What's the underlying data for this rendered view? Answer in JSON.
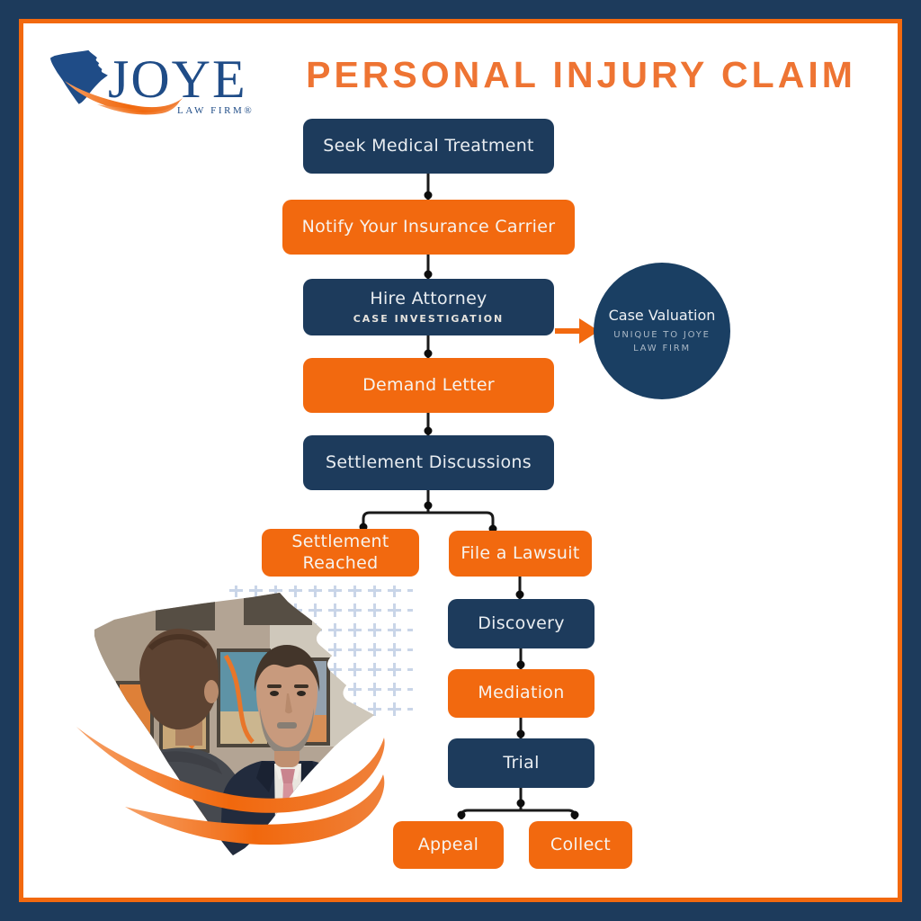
{
  "colors": {
    "navy": "#1d3b5c",
    "orange": "#f2690f",
    "title_orange": "#ee7433",
    "circle_navy": "#1a3f63",
    "connector": "#1a1a1a",
    "logo_blue": "#1f4c87",
    "plus_pattern": "#c9d5e8",
    "swoosh_orange": "#f1680d",
    "background": "#ffffff"
  },
  "logo": {
    "name": "JOYE",
    "subname": "LAW FIRM®",
    "state_icon": "south-carolina"
  },
  "header": {
    "title": "PERSONAL INJURY CLAIM"
  },
  "flowchart": {
    "steps": [
      {
        "label": "Seek Medical Treatment",
        "style": "navy"
      },
      {
        "label": "Notify Your Insurance Carrier",
        "style": "orange"
      },
      {
        "label": "Hire Attorney",
        "sublabel": "CASE INVESTIGATION",
        "style": "navy"
      },
      {
        "label": "Demand Letter",
        "style": "orange"
      },
      {
        "label": "Settlement Discussions",
        "style": "navy"
      },
      {
        "label": "Settlement Reached",
        "style": "orange"
      },
      {
        "label": "File a Lawsuit",
        "style": "orange"
      },
      {
        "label": "Discovery",
        "style": "navy"
      },
      {
        "label": "Mediation",
        "style": "orange"
      },
      {
        "label": "Trial",
        "style": "navy"
      },
      {
        "label": "Appeal",
        "style": "orange"
      },
      {
        "label": "Collect",
        "style": "orange"
      }
    ],
    "callout": {
      "label": "Case Valuation",
      "sublabel": "UNIQUE TO JOYE LAW FIRM"
    }
  }
}
